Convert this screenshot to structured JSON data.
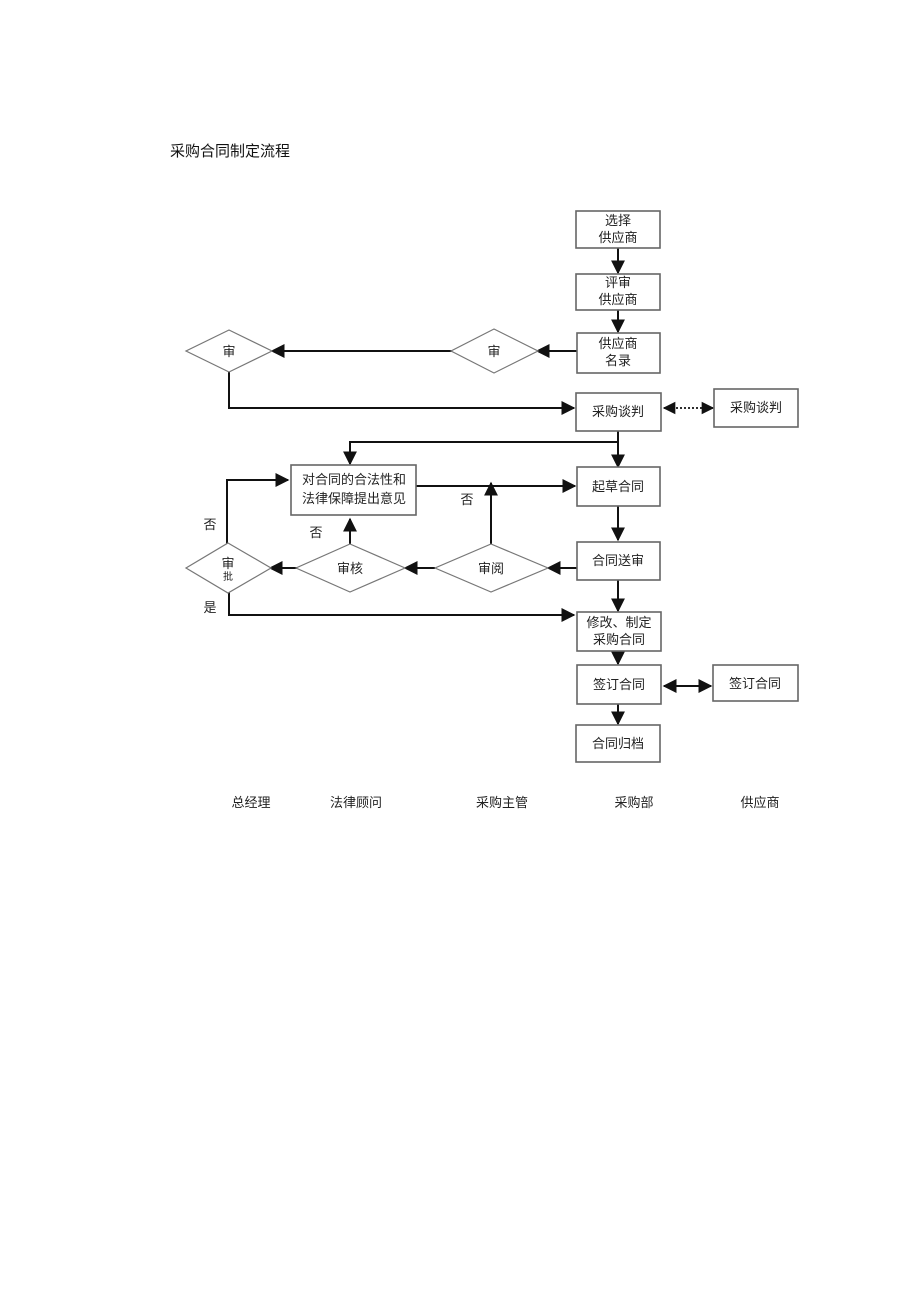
{
  "title": "采购合同制定流程",
  "nodes": {
    "select_supplier": [
      "选择",
      "供应商"
    ],
    "review_supplier": [
      "评审",
      "供应商"
    ],
    "supplier_list": [
      "供应商",
      "名录"
    ],
    "procurement_negotiation": "采购谈判",
    "supplier_negotiation": "采购谈判",
    "legal_opinion": [
      "对合同的合法性和",
      "法律保障提出意见"
    ],
    "draft_contract": "起草合同",
    "submit_contract": "合同送审",
    "revise_contract": [
      "修改、制定",
      "采购合同"
    ],
    "sign_contract": "签订合同",
    "supplier_sign": "签订合同",
    "archive_contract": "合同归档",
    "approve_top": "审",
    "approve_mid": "审",
    "gm_approve": [
      "审",
      "批"
    ],
    "legal_review": "审核",
    "supervisor_review": "审阅"
  },
  "edge_labels": {
    "no_gm": "否",
    "yes_gm": "是",
    "no_legal": "否",
    "no_supervisor": "否"
  },
  "lanes": [
    "总经理",
    "法律顾问",
    "采购主管",
    "采购部",
    "供应商"
  ]
}
